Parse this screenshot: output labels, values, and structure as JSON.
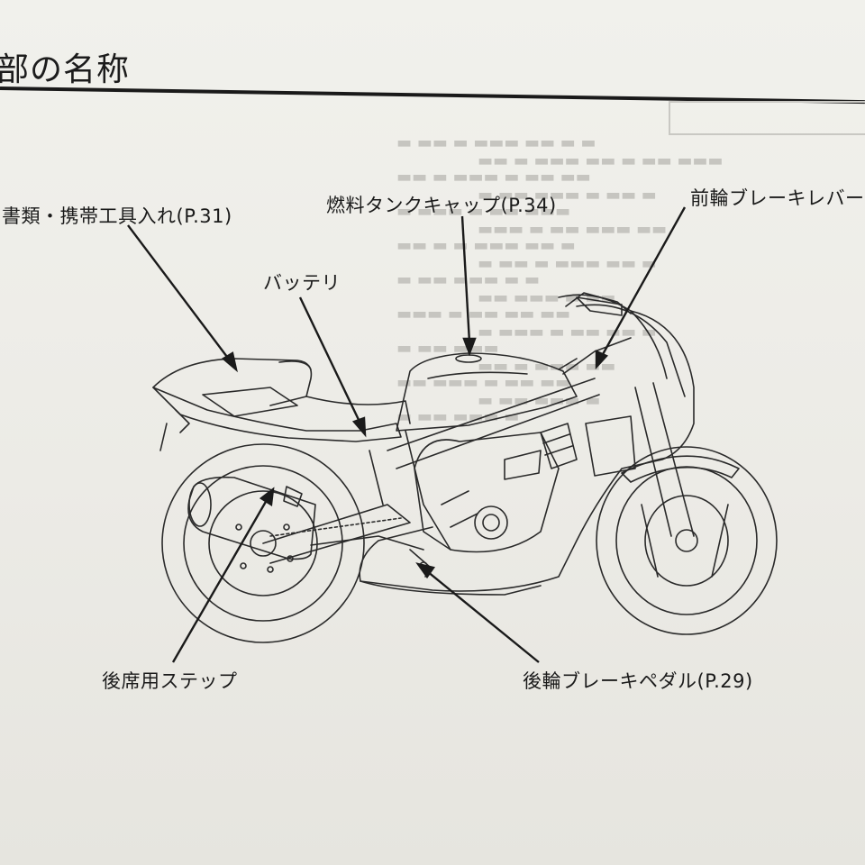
{
  "header": {
    "title": "部の名称"
  },
  "labels": {
    "documents_tool": "書類・携帯工具入れ(P.31)",
    "fuel_cap": "燃料タンクキャップ(P.34)",
    "front_brake_lever": "前輪ブレーキレバー",
    "battery": "バッテリ",
    "passenger_step": "後席用ステップ",
    "rear_brake_pedal": "後輪ブレーキペダル(P.29)"
  }
}
